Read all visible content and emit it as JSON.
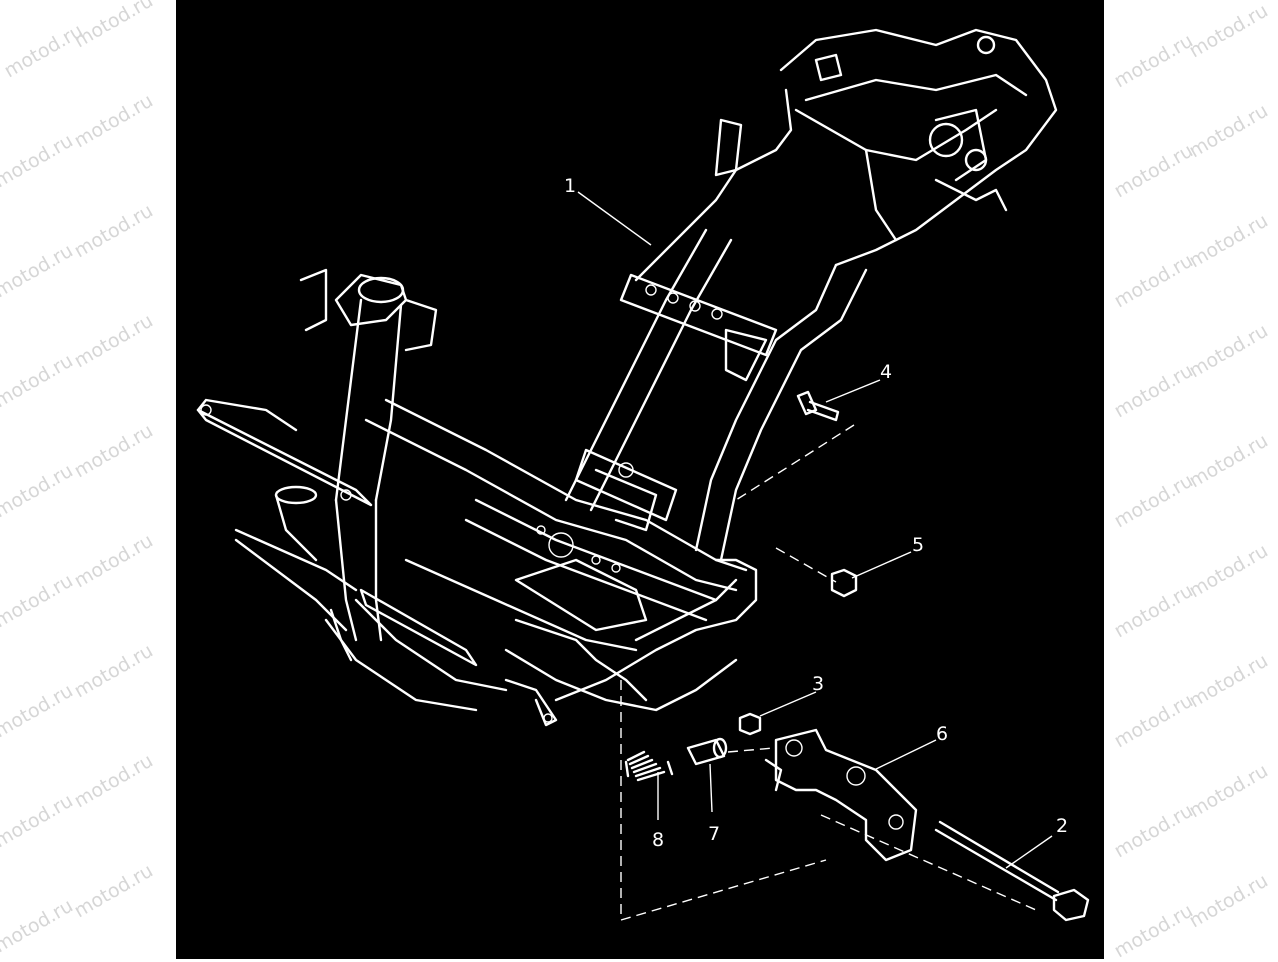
{
  "watermark": {
    "text": "motod.ru"
  },
  "diagram": {
    "callouts": [
      {
        "id": "1",
        "label": "1"
      },
      {
        "id": "2",
        "label": "2"
      },
      {
        "id": "3",
        "label": "3"
      },
      {
        "id": "4",
        "label": "4"
      },
      {
        "id": "5",
        "label": "5"
      },
      {
        "id": "6",
        "label": "6"
      },
      {
        "id": "7",
        "label": "7"
      },
      {
        "id": "8",
        "label": "8"
      }
    ]
  }
}
